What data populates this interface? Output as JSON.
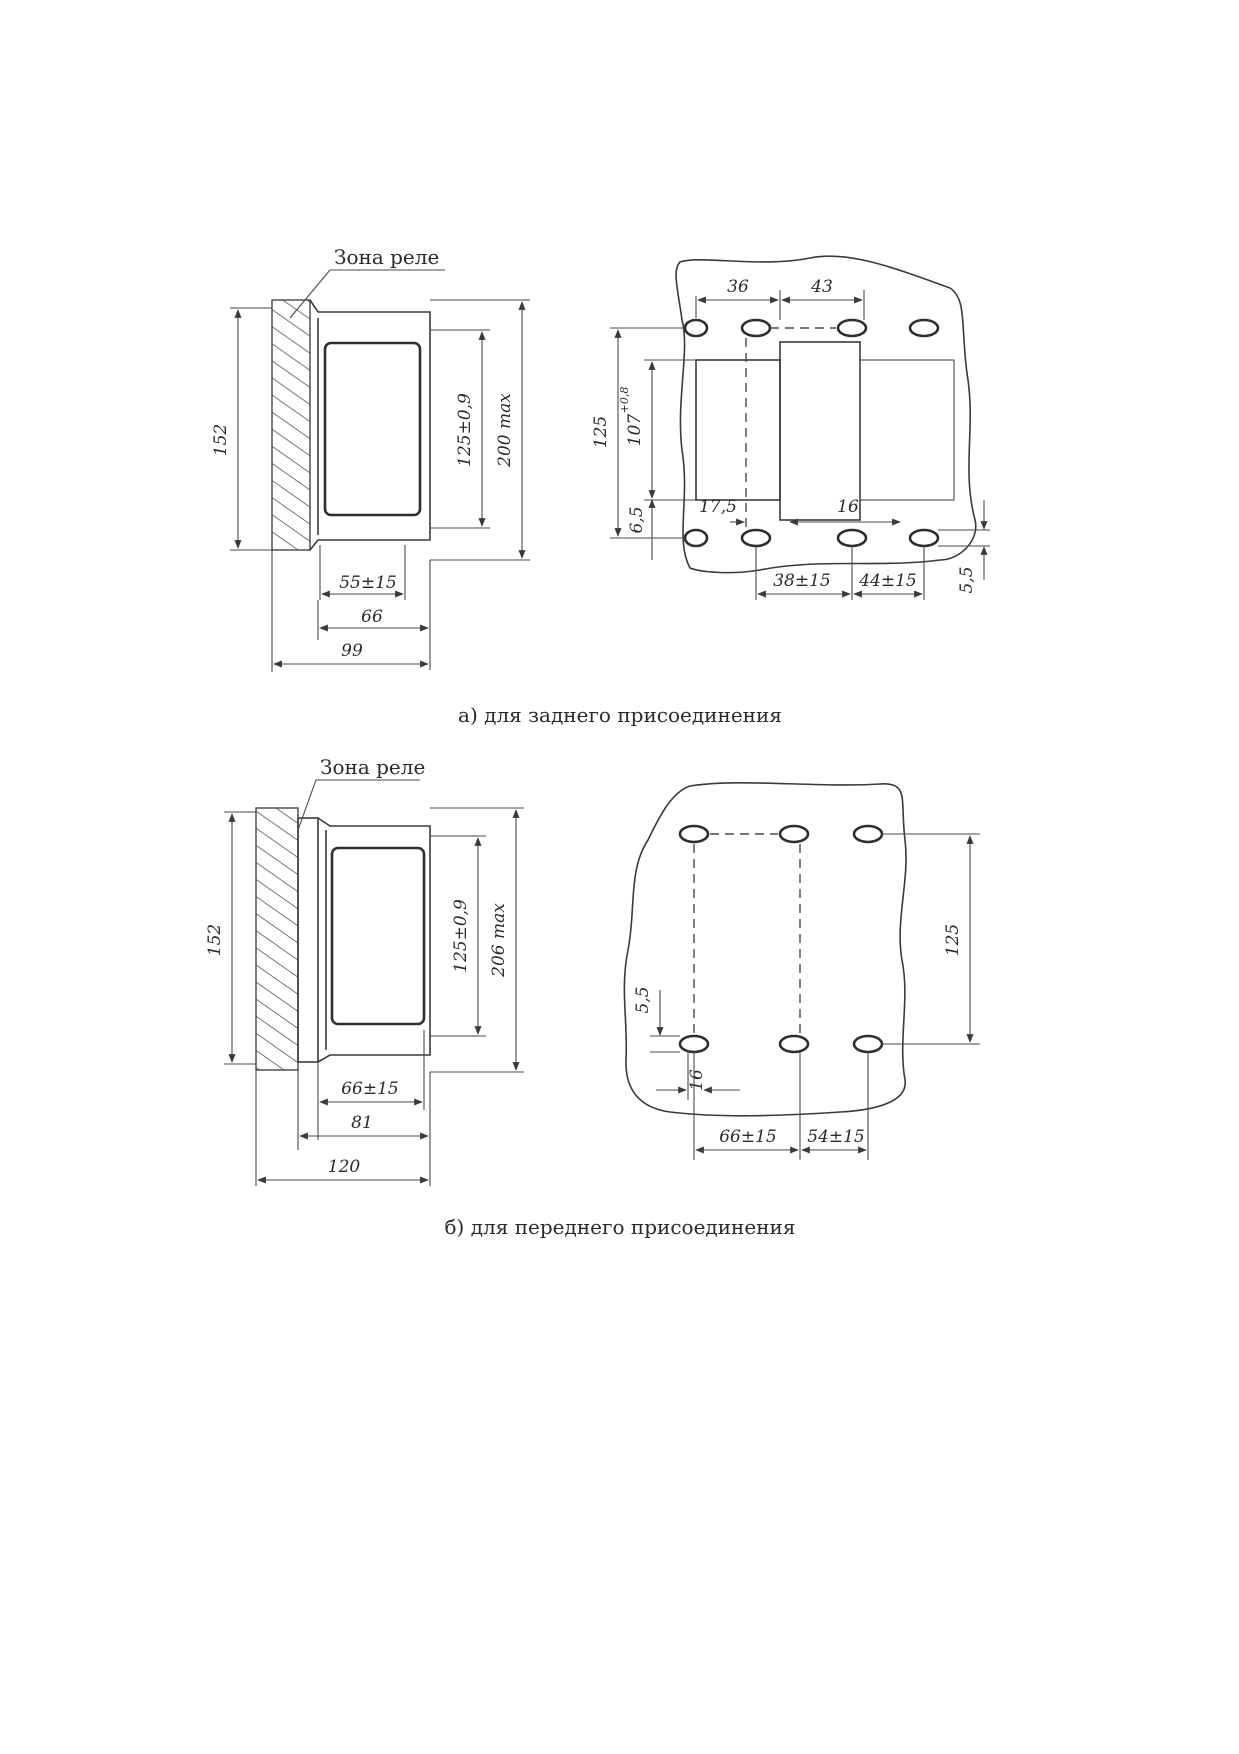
{
  "top": {
    "zone_label": "Зона реле",
    "side_view": {
      "height_total": "152",
      "opening": "125±0,9",
      "height_max": "200 max",
      "d1": "55±15",
      "d2": "66",
      "d3": "99"
    },
    "hole_plan": {
      "top_a": "36",
      "top_b": "43",
      "left_h": "125",
      "inner_h": "107",
      "inner_sup": "+0,8",
      "left_low": "6,5",
      "mid_a": "17,5",
      "mid_b": "16",
      "bot_a": "38±15",
      "bot_b": "44±15",
      "right_v": "5,5"
    },
    "caption": "а) для заднего присоединения"
  },
  "bottom": {
    "zone_label": "Зона реле",
    "side_view": {
      "height_total": "152",
      "opening": "125±0,9",
      "height_max": "206 max",
      "d1": "66±15",
      "d2": "81",
      "d3": "120"
    },
    "hole_plan": {
      "right_h": "125",
      "left_small": "5,5",
      "left_low": "16",
      "bot_a": "66±15",
      "bot_b": "54±15"
    },
    "caption": "б) для переднего присоединения"
  }
}
